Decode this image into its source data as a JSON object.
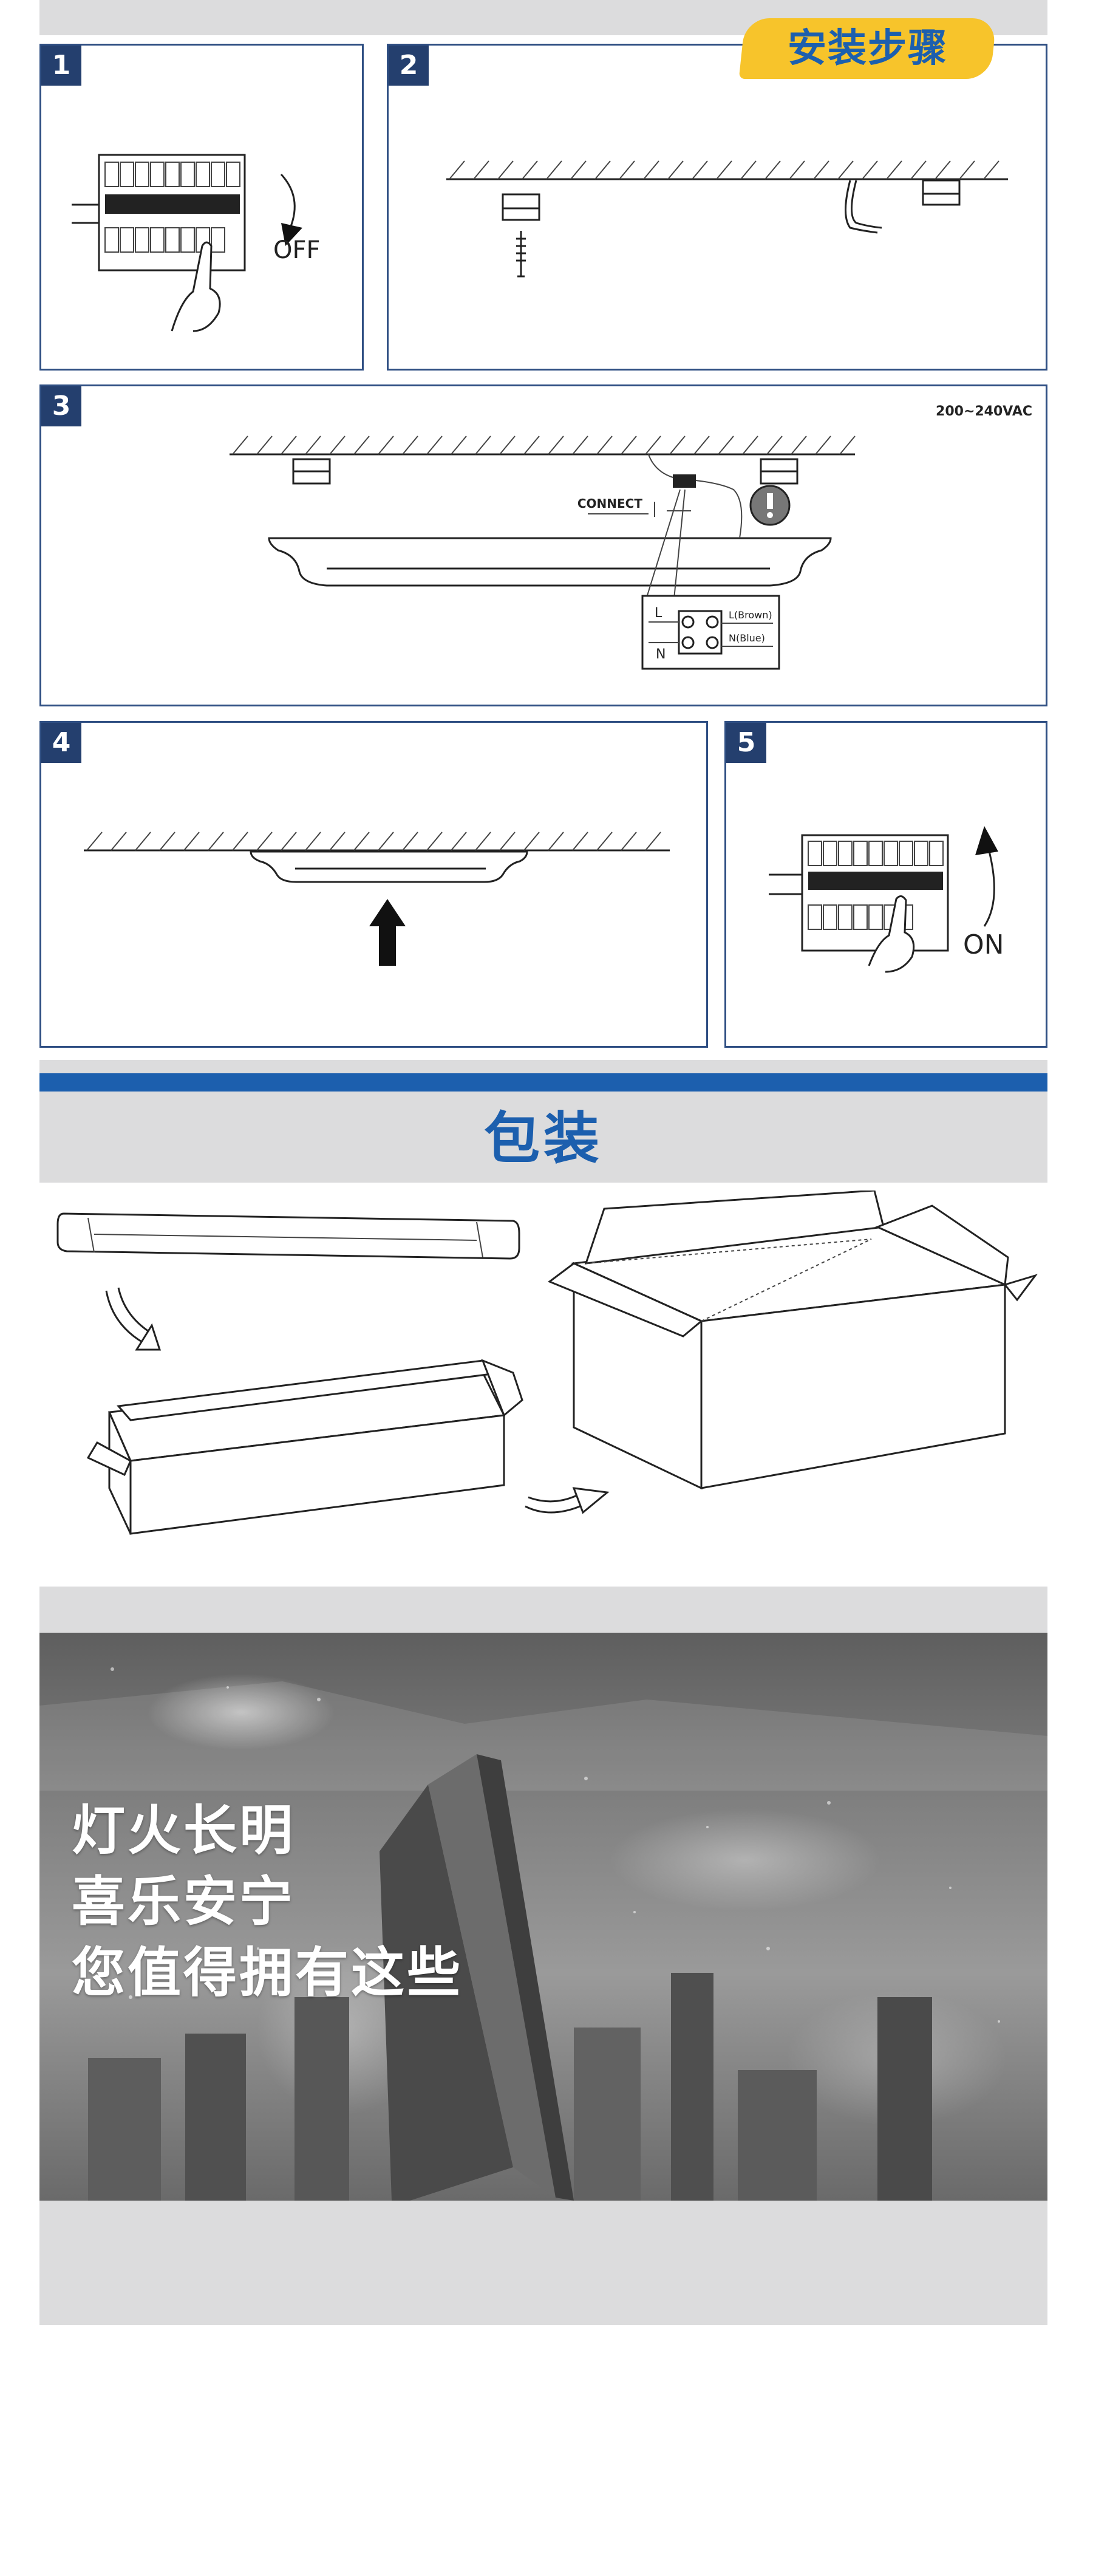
{
  "header": {
    "badge_label": "安装步骤"
  },
  "steps": [
    {
      "number": "1",
      "caption": "OFF"
    },
    {
      "number": "2"
    },
    {
      "number": "3",
      "voltage": "200~240VAC",
      "connect_label": "CONNECT",
      "terminal_l": "L(Brown)",
      "terminal_n": "N(Blue)",
      "l_mark": "L",
      "n_mark": "N"
    },
    {
      "number": "4"
    },
    {
      "number": "5",
      "caption": "ON"
    }
  ],
  "packaging": {
    "title": "包装"
  },
  "banner": {
    "lines": [
      "灯火长明",
      "喜乐安宁",
      "您值得拥有这些"
    ]
  },
  "colors": {
    "brand_blue": "#1c5fae",
    "panel_border": "#2f4f83",
    "badge_yellow": "#f7c42b",
    "band_grey": "#dcdcdd"
  }
}
